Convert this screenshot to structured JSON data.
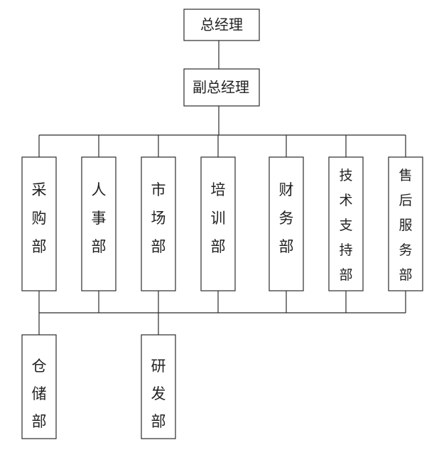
{
  "diagram": {
    "top": {
      "label": "总经理"
    },
    "deputy": {
      "label": "副总经理"
    },
    "departments_row1": [
      {
        "id": "purchasing",
        "label": "采购部"
      },
      {
        "id": "hr",
        "label": "人事部"
      },
      {
        "id": "marketing",
        "label": "市场部"
      },
      {
        "id": "training",
        "label": "培训部"
      },
      {
        "id": "finance",
        "label": "财务部"
      },
      {
        "id": "tech-support",
        "label": "技术支持部"
      },
      {
        "id": "after-sales",
        "label": "售后服务部"
      }
    ],
    "departments_row2": [
      {
        "id": "warehouse",
        "label": "仓储部"
      },
      {
        "id": "rnd",
        "label": "研发部"
      }
    ]
  }
}
